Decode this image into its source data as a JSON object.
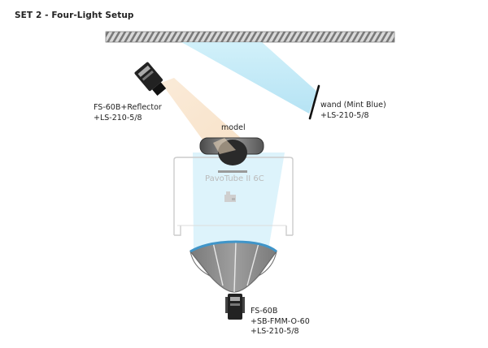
{
  "title": "SET 2 - Four-Light Setup",
  "model": {
    "label": "model"
  },
  "tube": {
    "label": "PavoTube II 6C"
  },
  "lights": {
    "key": {
      "line1": "FS-60B+Reflector",
      "line2": "+LS-210-5/8"
    },
    "wand": {
      "line1": "wand (Mint Blue)",
      "line2": "+LS-210-5/8"
    },
    "main": {
      "line1": "FS-60B",
      "line2": "+SB-FMM-O-60",
      "line3": "+LS-210-5/8"
    }
  },
  "colors": {
    "mint_beam": "#bfeaf7",
    "warm_beam": "#f7dfc3",
    "softbox_edge": "#3f95c9",
    "softbox_fill": "#8f8f8f",
    "wall": "#7a7a7a"
  }
}
